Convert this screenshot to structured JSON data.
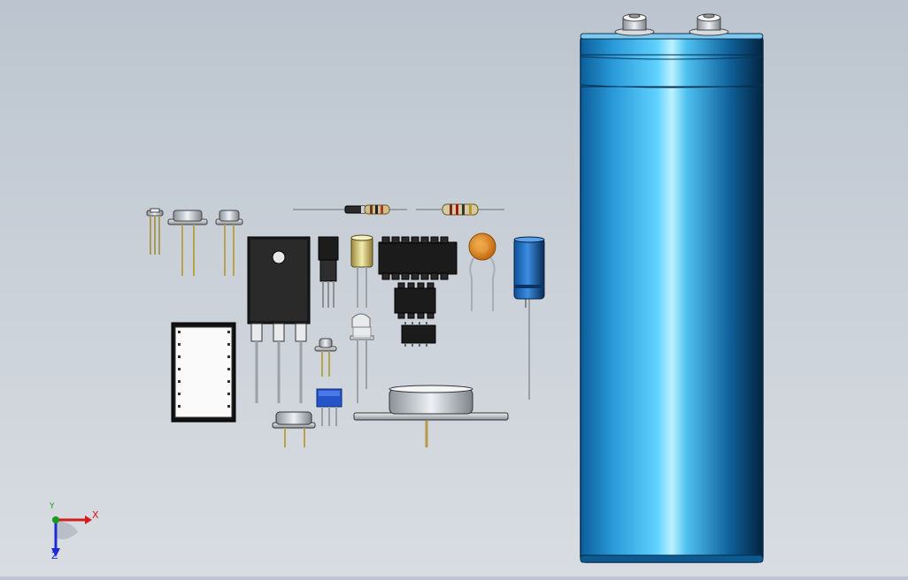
{
  "viewport": {
    "background_top": "#bcc5cf",
    "background_bottom": "#d9dde2"
  },
  "triad": {
    "x_label": "X",
    "y_label": "Y",
    "z_label": "Z",
    "x_color": "#d41c1c",
    "y_color": "#1a9a1a",
    "z_color": "#1d2bd6"
  },
  "colors": {
    "capacitor_blue": "#1f8fd0",
    "ic_black": "#1a1a1a",
    "pcb_blue": "#2554c8",
    "disc_cap_orange": "#e08a2a",
    "metal": "#c8ccd2"
  }
}
